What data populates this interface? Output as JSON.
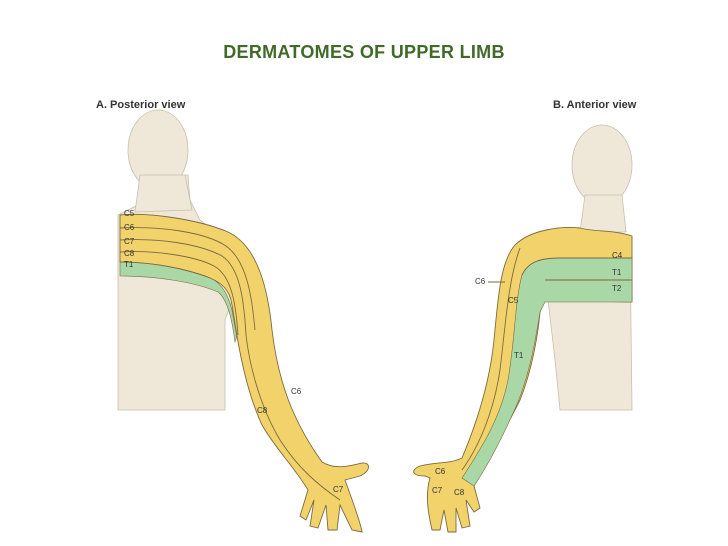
{
  "title": "DERMATOMES  OF UPPER LIMB",
  "title_color": "#3f6a2a",
  "colors": {
    "yellow": "#f2d36b",
    "green": "#a9d7a6",
    "skin": "#efe7d8",
    "line": "#7a6a40"
  },
  "posterior": {
    "view_label": "A. Posterior view",
    "labels": {
      "c5": "C5",
      "c6": "C6",
      "c7": "C7",
      "c8": "C8",
      "t1": "T1",
      "c6_arm": "C6",
      "c8_arm": "C8",
      "c7_hand": "C7"
    }
  },
  "anterior": {
    "view_label": "B. Anterior view",
    "labels": {
      "c4": "C4",
      "t1": "T1",
      "t2": "T2",
      "c6": "C6",
      "c5": "C5",
      "t1_arm": "T1",
      "c6_hand": "C6",
      "c7_hand": "C7",
      "c8_hand": "C8"
    }
  }
}
